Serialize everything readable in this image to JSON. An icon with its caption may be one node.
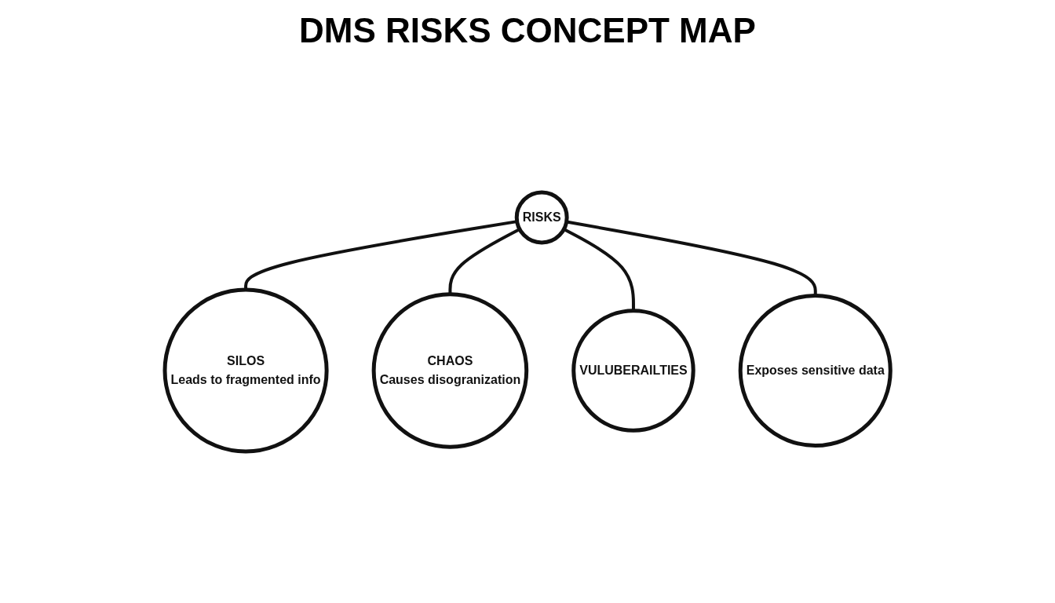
{
  "diagram": {
    "title": "DMS RISKS CONCEPT MAP",
    "nodes": [
      {
        "text": [
          "SILOS",
          "Leads to fragmented info"
        ]
      },
      {
        "text": [
          "CHAOS",
          "Causes disogranization"
        ]
      },
      {
        "text": [
          "RISKS"
        ]
      },
      {
        "text": [
          "VULUBERAILTIES"
        ]
      },
      {
        "text": [
          "Exposes sensitive data"
        ]
      }
    ],
    "edges": [
      {
        "from": 2,
        "to": 0,
        "arrow": "none"
      },
      {
        "from": 2,
        "to": 1,
        "arrow": "none"
      },
      {
        "from": 2,
        "to": 3,
        "arrow": "none"
      },
      {
        "from": 2,
        "to": 4,
        "arrow": "none"
      }
    ]
  }
}
